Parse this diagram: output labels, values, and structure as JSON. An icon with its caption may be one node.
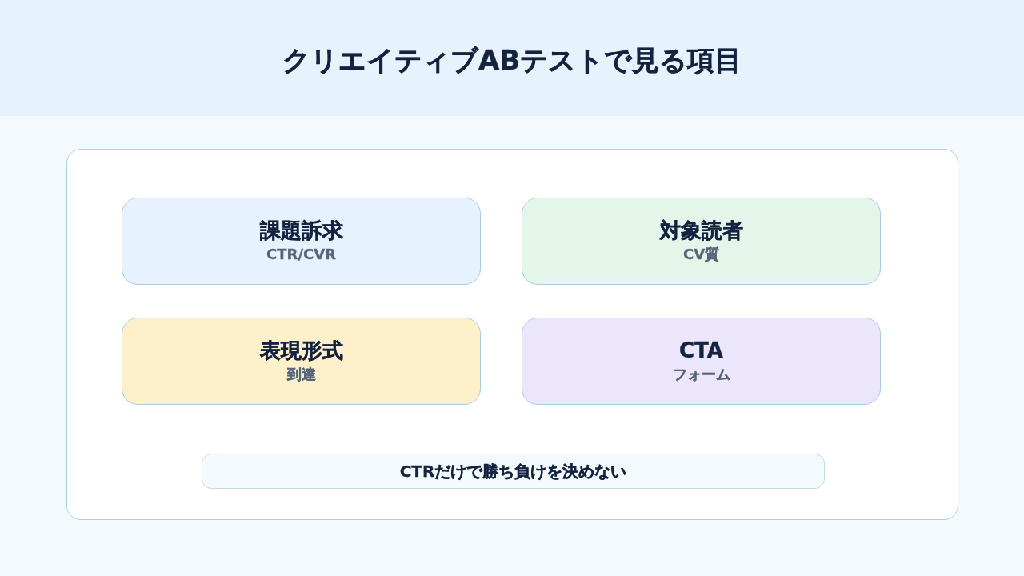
{
  "diagram": {
    "title": "クリエイティブABテストで見る項目",
    "nodes": [
      {
        "text": [],
        "shape": "box"
      },
      {
        "text": [
          "課題訴求",
          "CTR/CVR"
        ],
        "in": 0
      },
      {
        "text": [
          "対象読者",
          "CV質"
        ],
        "in": 0
      },
      {
        "text": [
          "表現形式",
          "到達"
        ],
        "in": 0
      },
      {
        "text": [
          "CTA",
          "フォーム"
        ],
        "in": 0
      },
      {
        "text": [
          "CTRだけで勝ち負けを決めない"
        ],
        "in": 0
      }
    ]
  }
}
